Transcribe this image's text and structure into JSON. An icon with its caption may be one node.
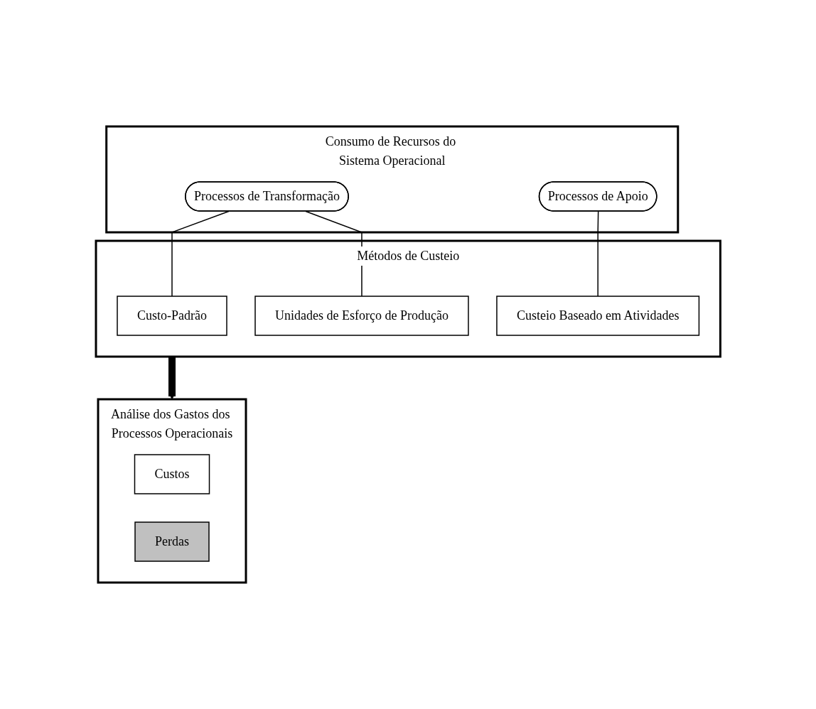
{
  "diagram": {
    "nodes": [
      {
        "text": [
          "Consumo de Recursos do Sistema Operacional"
        ]
      },
      {
        "text": [
          "Processos de Transformação"
        ],
        "in": 0
      },
      {
        "text": [
          "Processos de Apoio"
        ],
        "in": 0
      },
      {
        "text": [
          "Métodos de Custeio"
        ]
      },
      {
        "text": [
          "Custo-Padrão"
        ],
        "in": 3
      },
      {
        "text": [
          "Unidades de Esforço de Produção"
        ],
        "in": 3
      },
      {
        "text": [
          "Custeio Baseado em Atividades"
        ],
        "in": 3
      },
      {
        "text": [
          "Análise dos Gastos dos Processos Operacionais"
        ]
      },
      {
        "text": [
          "Custos"
        ],
        "in": 7
      },
      {
        "text": [
          "Perdas"
        ],
        "in": 7
      }
    ],
    "edges": [
      {
        "from": 1,
        "to": 4,
        "arrow": "none"
      },
      {
        "from": 1,
        "to": 5,
        "arrow": "none"
      },
      {
        "from": 2,
        "to": 6,
        "arrow": "none"
      },
      {
        "from": 3,
        "to": 7,
        "arrow": "to",
        "style": "thick"
      }
    ]
  }
}
